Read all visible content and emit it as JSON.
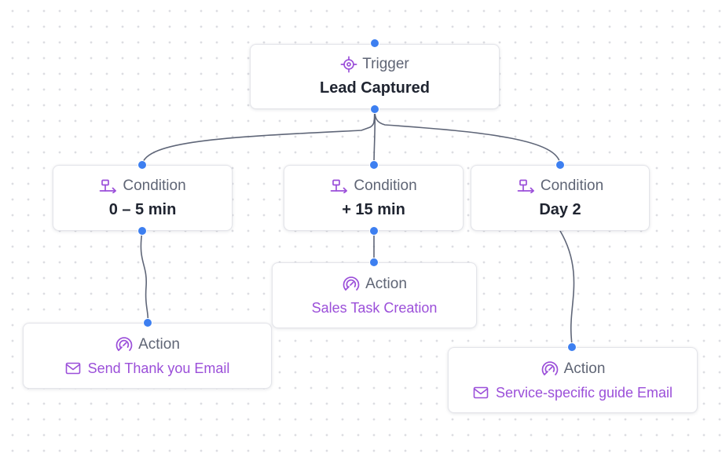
{
  "trigger": {
    "head": "Trigger",
    "title": "Lead Captured",
    "icon": "target-icon"
  },
  "conditions": [
    {
      "head": "Condition",
      "title": "0 – 5 min",
      "icon": "branch-icon"
    },
    {
      "head": "Condition",
      "title": "+ 15 min",
      "icon": "branch-icon"
    },
    {
      "head": "Condition",
      "title": "Day 2",
      "icon": "branch-icon"
    }
  ],
  "actions": [
    {
      "head": "Action",
      "label": "Send Thank you Email",
      "icon": "mail-icon"
    },
    {
      "head": "Action",
      "label": "Sales Task Creation",
      "icon": ""
    },
    {
      "head": "Action",
      "label": "Service-specific guide Email",
      "icon": "mail-icon"
    }
  ],
  "colors": {
    "accent": "#9b4fd9",
    "handle": "#3d7ff0",
    "edge": "#5f6678",
    "text": "#1f2430",
    "muted": "#5f6575"
  }
}
